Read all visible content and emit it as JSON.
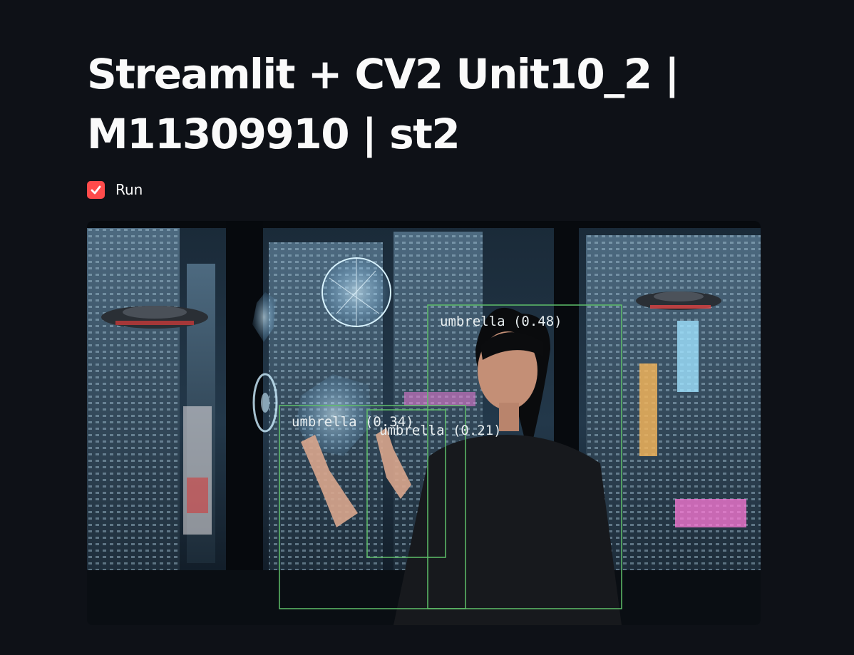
{
  "page": {
    "title": "Streamlit + CV2 Unit10_2 | M11309910 | st2"
  },
  "run_checkbox": {
    "label": "Run",
    "checked": true,
    "accent_color": "#ff4b4b"
  },
  "video_frame": {
    "detections": [
      {
        "label": "umbrella (0.48)"
      },
      {
        "label": "umbrella (0.34)"
      },
      {
        "label": "umbrella (0.21)"
      }
    ],
    "box_color": "#5fbf6a"
  },
  "colors": {
    "background": "#0e1117",
    "text": "#fafafa"
  }
}
